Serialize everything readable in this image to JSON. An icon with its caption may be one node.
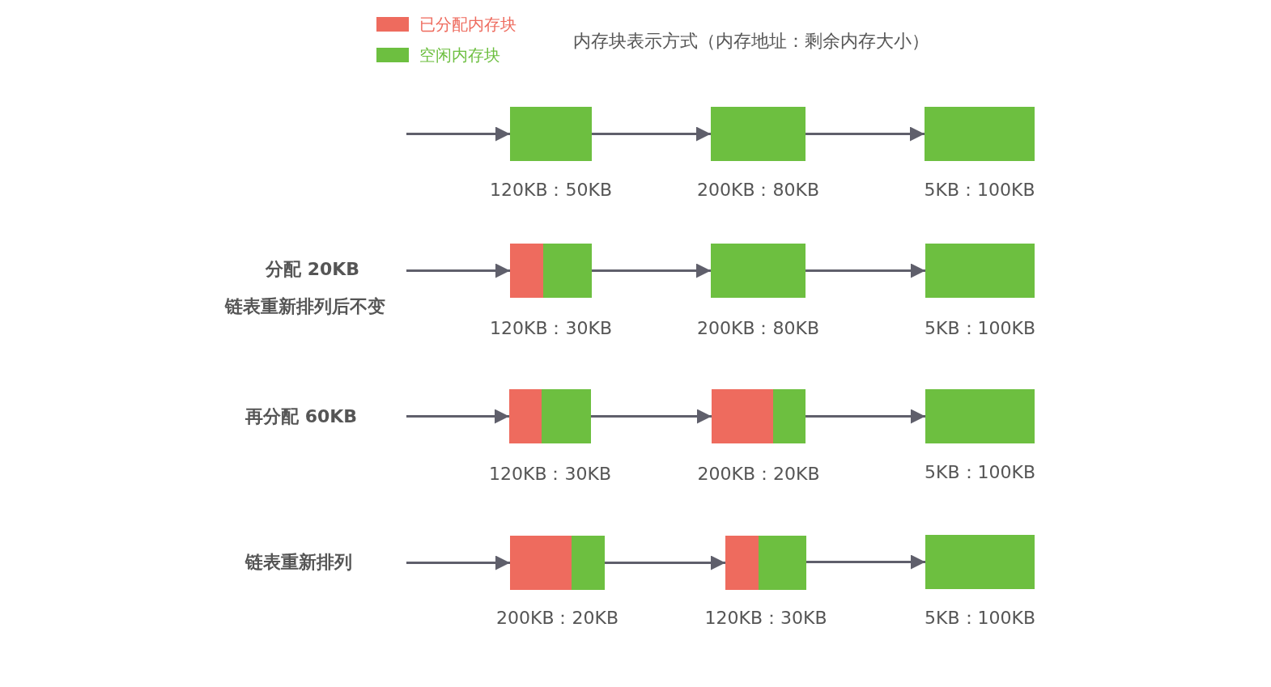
{
  "diagram": {
    "title": "内存块表示方式（内存地址：剩余内存大小）",
    "nodes": [
      {
        "text": [],
        "shape": "box",
        "beside": [
          "120KB：50KB"
        ]
      },
      {
        "text": [],
        "shape": "box",
        "beside": [
          "200KB：80KB"
        ]
      },
      {
        "text": [],
        "shape": "box",
        "beside": [
          "5KB：100KB"
        ]
      },
      {
        "text": [],
        "shape": "box",
        "beside": [
          "120KB：30KB"
        ]
      },
      {
        "text": [],
        "shape": "box",
        "beside": [
          "200KB：80KB"
        ]
      },
      {
        "text": [],
        "shape": "box",
        "beside": [
          "5KB：100KB"
        ]
      },
      {
        "text": [],
        "shape": "box",
        "beside": [
          "120KB：30KB"
        ]
      },
      {
        "text": [],
        "shape": "box",
        "beside": [
          "200KB：20KB"
        ]
      },
      {
        "text": [],
        "shape": "box",
        "beside": [
          "5KB：100KB"
        ]
      },
      {
        "text": [],
        "shape": "box",
        "beside": [
          "200KB：20KB"
        ]
      },
      {
        "text": [],
        "shape": "box",
        "beside": [
          "120KB：30KB"
        ]
      },
      {
        "text": [],
        "shape": "box",
        "beside": [
          "5KB：100KB"
        ]
      }
    ],
    "edges": [
      {
        "from": null,
        "to": 0,
        "arrow": "to"
      },
      {
        "from": 0,
        "to": 1,
        "arrow": "to"
      },
      {
        "from": 1,
        "to": 2,
        "arrow": "to"
      },
      {
        "from": null,
        "to": 3,
        "arrow": "to"
      },
      {
        "from": 3,
        "to": 4,
        "arrow": "to"
      },
      {
        "from": 4,
        "to": 5,
        "arrow": "to"
      },
      {
        "from": null,
        "to": 6,
        "arrow": "to"
      },
      {
        "from": 6,
        "to": 7,
        "arrow": "to"
      },
      {
        "from": 7,
        "to": 8,
        "arrow": "to"
      },
      {
        "from": null,
        "to": 9,
        "arrow": "to"
      },
      {
        "from": 9,
        "to": 10,
        "arrow": "to"
      },
      {
        "from": 10,
        "to": 11,
        "arrow": "to"
      }
    ],
    "labels": [
      "分配 20KB",
      "链表重新排列后不变",
      "再分配 60KB",
      "链表重新排列"
    ],
    "legend": [
      {
        "text": "已分配内存块",
        "color": "#ee6b5e"
      },
      {
        "text": "空闲内存块",
        "color": "#6dbf40"
      }
    ]
  }
}
